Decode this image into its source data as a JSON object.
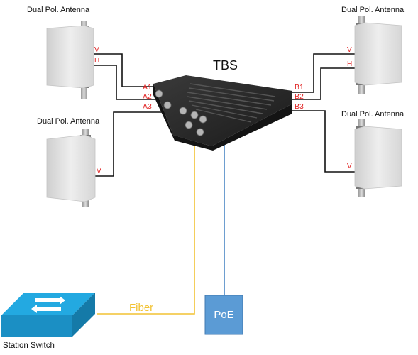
{
  "antennas": {
    "top_left": {
      "title": "Dual Pol. Antenna",
      "ports": [
        "V",
        "H"
      ]
    },
    "mid_left": {
      "title": "Dual Pol. Antenna",
      "ports": [
        "V"
      ]
    },
    "top_right": {
      "title": "Dual Pol. Antenna",
      "ports": [
        "V",
        "H"
      ]
    },
    "mid_right": {
      "title": "Dual Pol. Antenna",
      "ports": [
        "V"
      ]
    }
  },
  "tbs": {
    "title": "TBS",
    "ports_left": [
      "A1",
      "A2",
      "A3"
    ],
    "ports_right": [
      "B1",
      "B2",
      "B3"
    ]
  },
  "links": {
    "fiber_label": "Fiber",
    "poe_label": "PoE"
  },
  "switch": {
    "label": "Station Switch"
  },
  "colors": {
    "port_label": "#e02020",
    "fiber": "#f2c232",
    "poe_line": "#4a86c5",
    "poe_box": "#5b9bd5",
    "switch_top": "#23a9e1",
    "switch_front": "#1b8fc4",
    "device_body": "#2b2b2b"
  }
}
